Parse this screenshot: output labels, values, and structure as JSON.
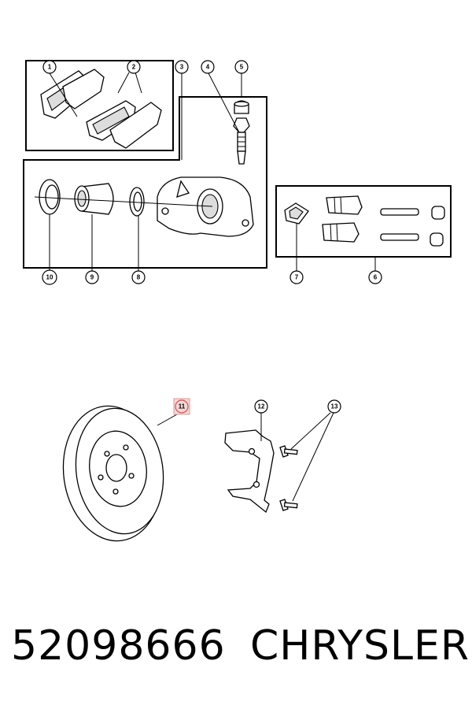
{
  "callouts": {
    "c1": "1",
    "c2": "2",
    "c3": "3",
    "c4": "4",
    "c5": "5",
    "c6": "6",
    "c7": "7",
    "c8": "8",
    "c9": "9",
    "c10": "10",
    "c11": "11",
    "c12": "12",
    "c13": "13"
  },
  "highlighted_callout": "11",
  "footer": {
    "part_number": "52098666",
    "brand": "CHRYSLER"
  },
  "colors": {
    "line": "#000000",
    "highlight": "#f7d6d6"
  }
}
